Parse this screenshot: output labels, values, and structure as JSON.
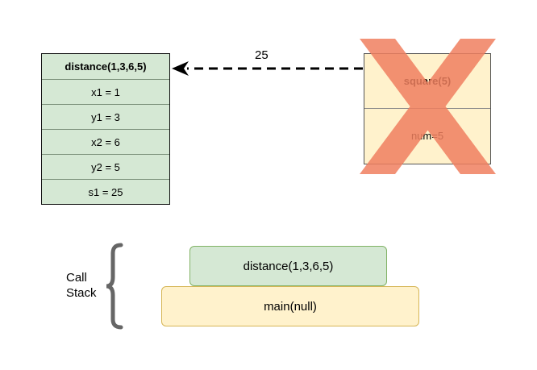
{
  "distance_frame": {
    "header": "distance(1,3,6,5)",
    "rows": [
      "x1 = 1",
      "y1 = 3",
      "x2 = 6",
      "y2 = 5",
      "s1 = 25"
    ]
  },
  "square_frame": {
    "header": "square(5)",
    "row": "num=5",
    "crossed_out": true
  },
  "return_arrow": {
    "label": "25",
    "style": "dashed"
  },
  "call_stack": {
    "label_line1": "Call",
    "label_line2": "Stack",
    "frames": [
      "distance(1,3,6,5)",
      "main(null)"
    ]
  },
  "colors": {
    "green_fill": "#d5e8d4",
    "yellow_fill": "#fff2cc",
    "cross_color": "#f08060",
    "brace_color": "#666666"
  }
}
